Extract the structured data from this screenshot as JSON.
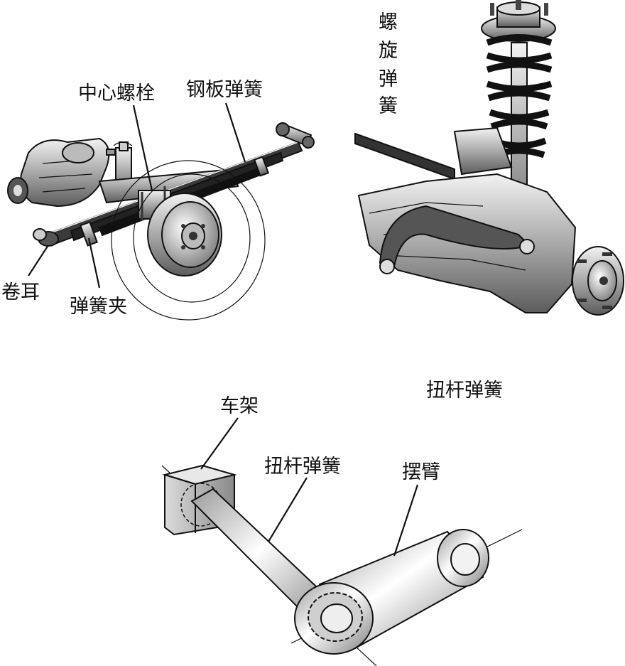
{
  "leaf_spring": {
    "center_bolt": "中心螺栓",
    "leaf_spring": "钢板弹簧",
    "spring_eye": "卷耳",
    "spring_clip": "弹簧夹"
  },
  "coil_spring": {
    "label_chars": [
      "螺",
      "旋",
      "弹",
      "簧"
    ]
  },
  "torsion_bar": {
    "caption": "扭杆弹簧",
    "frame": "车架",
    "torsion_bar": "扭杆弹簧",
    "swing_arm": "摆臂"
  }
}
